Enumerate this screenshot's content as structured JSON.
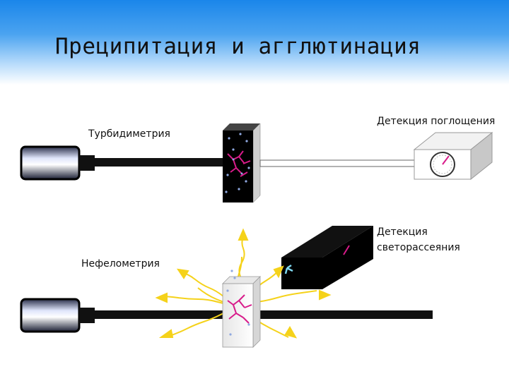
{
  "title": "Преципитация и агглютинация",
  "labels": {
    "turbidimetry": "Турбидиметрия",
    "absorption_detection": "Детекция поглощения",
    "nephelometry": "Нефелометрия",
    "scatter_detection_line1": "Детекция",
    "scatter_detection_line2": "светорассеяния"
  },
  "colors": {
    "header": "#1a86ea",
    "beam": "#111111",
    "light": "#f5d21a",
    "complex": "#d81b8a",
    "particle": "#8fa8e0"
  }
}
